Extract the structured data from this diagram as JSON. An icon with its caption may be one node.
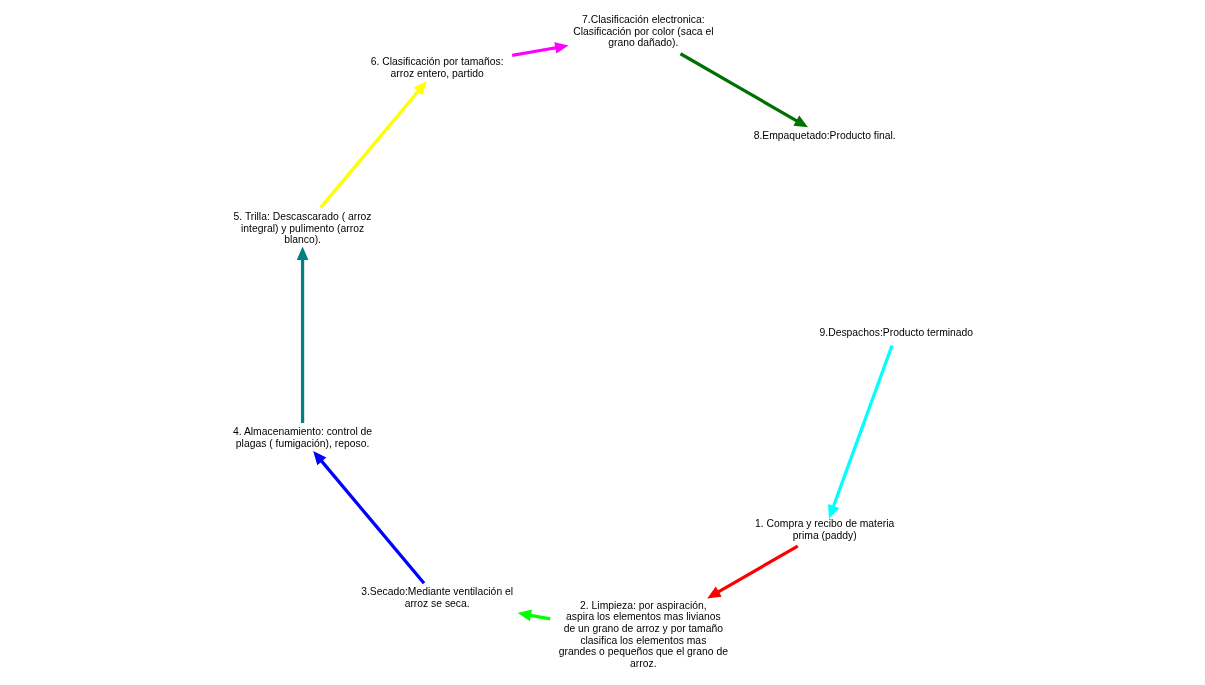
{
  "diagram": {
    "nodes": [
      {
        "text": [
          "1. Compra y recibo de materia prima (paddy)"
        ]
      },
      {
        "text": [
          "2. Limpieza: por aspiración, aspira los elementos mas livianos de un grano de arroz y por tamaño clasifica los elementos mas grandes o pequeños que el grano de arroz."
        ]
      },
      {
        "text": [
          "3.Secado:Mediante ventilación el arroz se seca."
        ]
      },
      {
        "text": [
          "4. Almacenamiento: control de plagas ( fumigación), reposo."
        ]
      },
      {
        "text": [
          "5. Trilla: Descascarado ( arroz integral) y pulimento (arroz blanco)."
        ]
      },
      {
        "text": [
          "6. Clasificación por tamaños: arroz entero, partido"
        ]
      },
      {
        "text": [
          "7.Clasificación electronica: Clasificación por color (saca el grano dañado)."
        ]
      },
      {
        "text": [
          "8.Empaquetado:Producto final."
        ]
      },
      {
        "text": [
          "9.Despachos:Producto terminado"
        ]
      }
    ],
    "edges": [
      {
        "from": 0,
        "to": 1,
        "arrow": "to",
        "color": "#ff0000"
      },
      {
        "from": 1,
        "to": 2,
        "arrow": "to",
        "color": "#00ff00"
      },
      {
        "from": 2,
        "to": 3,
        "arrow": "to",
        "color": "#0000ff"
      },
      {
        "from": 3,
        "to": 4,
        "arrow": "to",
        "color": "#008080"
      },
      {
        "from": 4,
        "to": 5,
        "arrow": "to",
        "color": "#ffff00"
      },
      {
        "from": 5,
        "to": 6,
        "arrow": "to",
        "color": "#ff00ff"
      },
      {
        "from": 6,
        "to": 7,
        "arrow": "to",
        "color": "#007000"
      },
      {
        "from": 8,
        "to": 0,
        "arrow": "to",
        "color": "#00ffff"
      }
    ]
  }
}
